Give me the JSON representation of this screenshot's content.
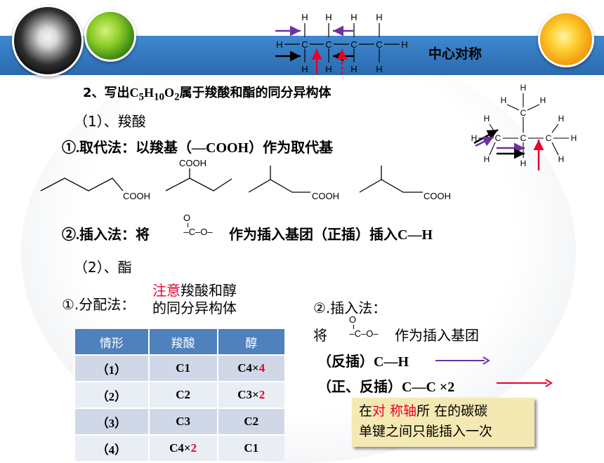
{
  "header": {
    "center_label": "中心对称"
  },
  "title": {
    "prefix": "2、写出",
    "formula_c": "C",
    "sub_c": "5",
    "formula_h": "H",
    "sub_h": "10",
    "formula_o": "O",
    "sub_o": "2",
    "suffix": "属于羧酸和酯的同分异构体"
  },
  "section1": {
    "heading": "（1）、羧酸",
    "method1": "①.取代法：以羧基（—COOH）作为取代基",
    "cooh": "COOH",
    "method2_a": "②.插入法：将",
    "method2_b": "作为插入基团（正插）插入C—H"
  },
  "section2": {
    "heading": "（2）、酯",
    "alloc_label": "①.分配法：",
    "note_red": "注意",
    "note_rest1": "羧酸和醇",
    "note_line2": "的同分异构体",
    "insert_label": "②.插入法：",
    "insert_jiang": "将",
    "insert_rest": "作为插入基团",
    "reverse": "（反插）C—H",
    "both": "（正、反插）C—C ×2"
  },
  "fragment": {
    "o_top": "O",
    "chain": "–C–O–"
  },
  "table": {
    "headers": [
      "情形",
      "羧酸",
      "醇"
    ],
    "rows": [
      [
        {
          "t": "（1）"
        },
        {
          "t": "C1"
        },
        {
          "t": "C4×",
          "r": "4"
        }
      ],
      [
        {
          "t": "（2）"
        },
        {
          "t": "C2"
        },
        {
          "t": "C3×",
          "r": "2"
        }
      ],
      [
        {
          "t": "（3）"
        },
        {
          "t": "C3"
        },
        {
          "t": "C2"
        }
      ],
      [
        {
          "t": "（4）"
        },
        {
          "t": "C4×",
          "r": "2"
        },
        {
          "t": "C1"
        }
      ]
    ]
  },
  "callout": {
    "part1": "在",
    "red1": "对 称轴",
    "part2": "所 在的碳碳",
    "line2": "单键之间只能插入一次"
  },
  "atoms": {
    "h": "H",
    "c": "C"
  },
  "colors": {
    "accent": "#2a6ab0",
    "red": "#e8002a",
    "arrow_purple": "#7030a0",
    "table_header": "#4f81bd"
  }
}
